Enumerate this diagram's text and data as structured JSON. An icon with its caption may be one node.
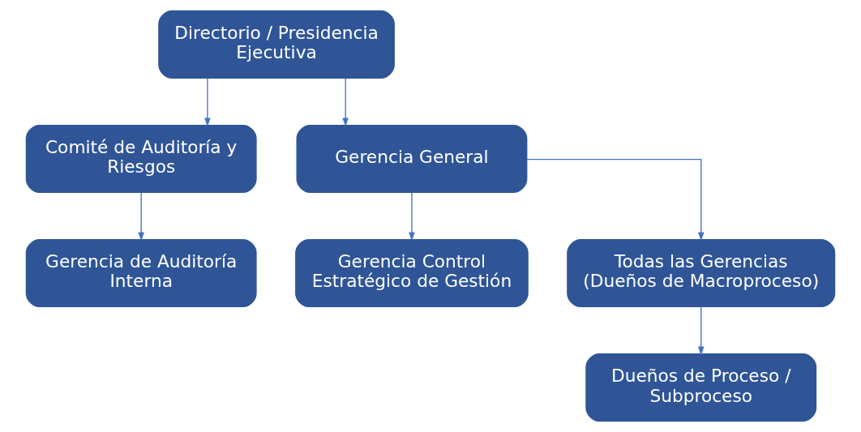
{
  "diagram": {
    "nodes": [
      {
        "text": [
          "Directorio / Presidencia Ejecutiva"
        ]
      },
      {
        "text": [
          "Comité de Auditoría y Riesgos"
        ]
      },
      {
        "text": [
          "Gerencia General"
        ]
      },
      {
        "text": [
          "Gerencia de Auditoría Interna"
        ]
      },
      {
        "text": [
          "Gerencia Control Estratégico de Gestión"
        ]
      },
      {
        "text": [
          "Todas las Gerencias (Dueños de Macroproceso)"
        ]
      },
      {
        "text": [
          "Dueños de Proceso / Subproceso"
        ]
      }
    ],
    "edges": [
      {
        "from": 0,
        "to": 1,
        "arrow": "to"
      },
      {
        "from": 0,
        "to": 2,
        "arrow": "to"
      },
      {
        "from": 1,
        "to": 3,
        "arrow": "to"
      },
      {
        "from": 2,
        "to": 4,
        "arrow": "to"
      },
      {
        "from": 2,
        "to": 5,
        "arrow": "to"
      },
      {
        "from": 5,
        "to": 6,
        "arrow": "to"
      }
    ]
  }
}
